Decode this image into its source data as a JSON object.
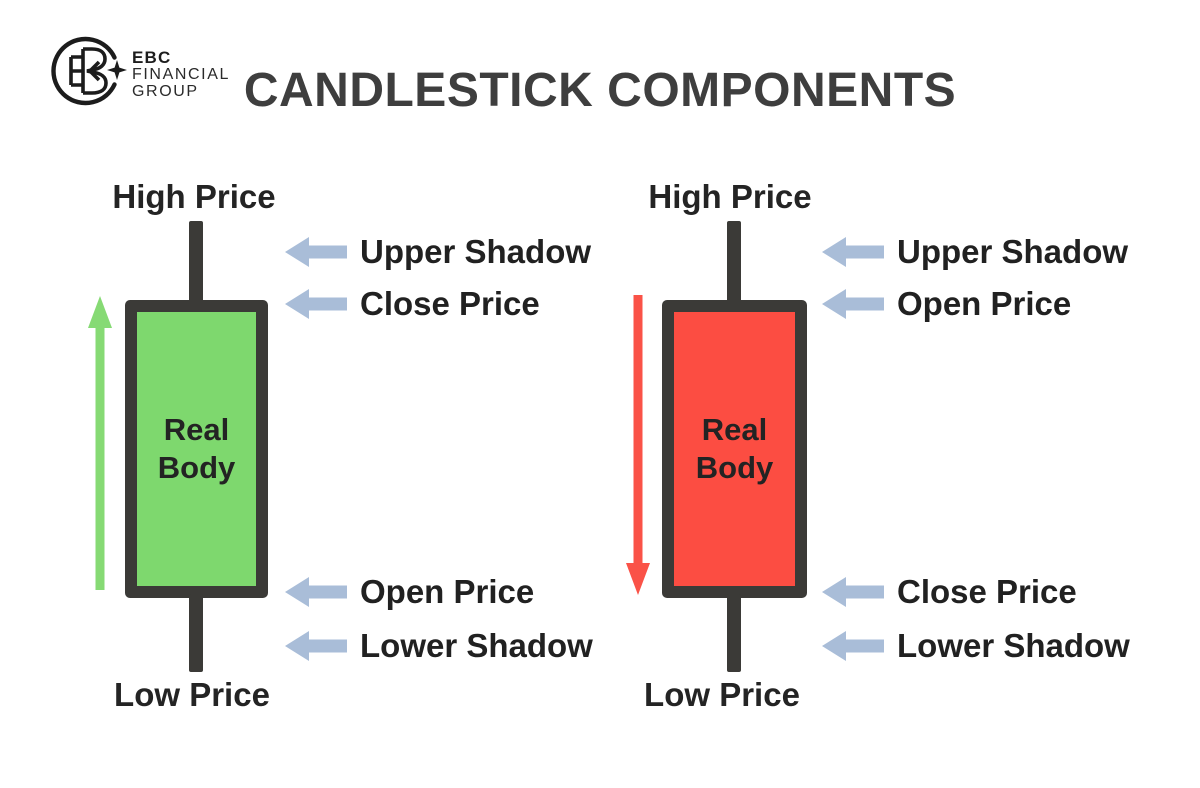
{
  "logo": {
    "company": "EBC Financial Group",
    "lines": [
      "EBC",
      "FINANCIAL",
      "GROUP"
    ]
  },
  "title": "CANDLESTICK COMPONENTS",
  "colors": {
    "background": "#ffffff",
    "title_text": "#3e3e3e",
    "label_text": "#212121",
    "candle_outline": "#3b3a37",
    "bullish_body": "#7ed86e",
    "bearish_body": "#fc4d42",
    "bullish_arrow": "#86da74",
    "bearish_arrow": "#fa5247",
    "callout_arrow": "#a9bdd8"
  },
  "candles": [
    {
      "type": "bullish",
      "direction": "up",
      "high_label": "High Price",
      "low_label": "Low Price",
      "body_label": "Real Body",
      "callouts": [
        {
          "label": "Upper Shadow"
        },
        {
          "label": "Close Price"
        },
        {
          "label": "Open Price"
        },
        {
          "label": "Lower Shadow"
        }
      ]
    },
    {
      "type": "bearish",
      "direction": "down",
      "high_label": "High Price",
      "low_label": "Low Price",
      "body_label": "Real Body",
      "callouts": [
        {
          "label": "Upper Shadow"
        },
        {
          "label": "Open Price"
        },
        {
          "label": "Close Price"
        },
        {
          "label": "Lower Shadow"
        }
      ]
    }
  ]
}
